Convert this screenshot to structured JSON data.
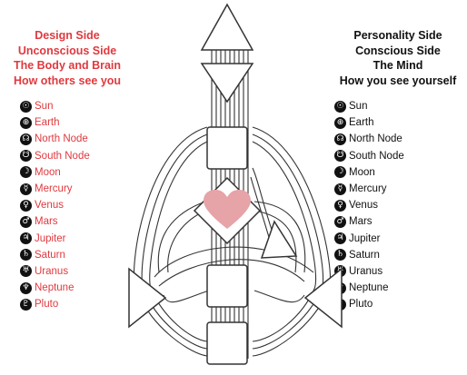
{
  "left": {
    "heading": [
      "Design Side",
      "Unconscious Side",
      "The Body and Brain",
      "How others see you"
    ],
    "color": "#e0393e"
  },
  "right": {
    "heading": [
      "Personality Side",
      "Conscious Side",
      "The Mind",
      "How you see yourself"
    ],
    "color": "#111111"
  },
  "planets": [
    {
      "name": "Sun",
      "icon": "sun-icon",
      "glyph": "☉"
    },
    {
      "name": "Earth",
      "icon": "earth-icon",
      "glyph": "⊕"
    },
    {
      "name": "North Node",
      "icon": "north-node-icon",
      "glyph": "☊"
    },
    {
      "name": "South Node",
      "icon": "south-node-icon",
      "glyph": "☋"
    },
    {
      "name": "Moon",
      "icon": "moon-icon",
      "glyph": "☽"
    },
    {
      "name": "Mercury",
      "icon": "mercury-icon",
      "glyph": "☿"
    },
    {
      "name": "Venus",
      "icon": "venus-icon",
      "glyph": "♀"
    },
    {
      "name": "Mars",
      "icon": "mars-icon",
      "glyph": "♂"
    },
    {
      "name": "Jupiter",
      "icon": "jupiter-icon",
      "glyph": "♃"
    },
    {
      "name": "Saturn",
      "icon": "saturn-icon",
      "glyph": "♄"
    },
    {
      "name": "Uranus",
      "icon": "uranus-icon",
      "glyph": "♅"
    },
    {
      "name": "Neptune",
      "icon": "neptune-icon",
      "glyph": "♆"
    },
    {
      "name": "Pluto",
      "icon": "pluto-icon",
      "glyph": "♇"
    }
  ],
  "bodygraph": {
    "heart_color": "#e6a3a8",
    "line_color": "#333333"
  }
}
